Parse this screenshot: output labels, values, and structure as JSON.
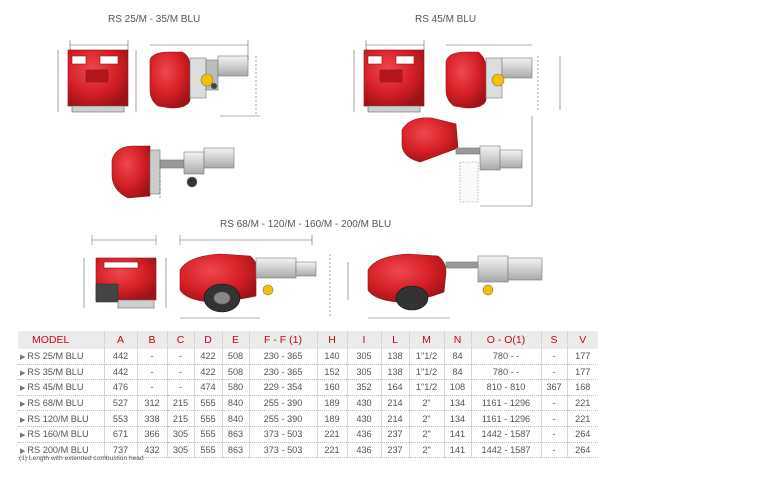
{
  "captions": {
    "rs25_35": "RS 25/M - 35/M BLU",
    "rs45": "RS 45/M BLU",
    "rs68_200": "RS 68/M - 120/M - 160/M - 200/M BLU"
  },
  "colors": {
    "burner_red": "#d51f26",
    "accent_red": "#d0021b",
    "header_bg": "#ebebeb"
  },
  "table": {
    "headers": [
      "MODEL",
      "A",
      "B",
      "C",
      "D",
      "E",
      "F - F (1)",
      "H",
      "I",
      "L",
      "M",
      "N",
      "O - O(1)",
      "S",
      "V"
    ],
    "rows": [
      [
        "RS 25/M BLU",
        "442",
        "-",
        "-",
        "422",
        "508",
        "230 - 365",
        "140",
        "305",
        "138",
        "1\"1/2",
        "84",
        "780 -      -",
        "-",
        "177"
      ],
      [
        "RS 35/M BLU",
        "442",
        "-",
        "-",
        "422",
        "508",
        "230 - 365",
        "152",
        "305",
        "138",
        "1\"1/2",
        "84",
        "780 -      -",
        "-",
        "177"
      ],
      [
        "RS 45/M BLU",
        "476",
        "-",
        "-",
        "474",
        "580",
        "229 - 354",
        "160",
        "352",
        "164",
        "1\"1/2",
        "108",
        "810 -   810",
        "367",
        "168"
      ],
      [
        "RS 68/M BLU",
        "527",
        "312",
        "215",
        "555",
        "840",
        "255 - 390",
        "189",
        "430",
        "214",
        "2\"",
        "134",
        "1161 - 1296",
        "-",
        "221"
      ],
      [
        "RS 120/M BLU",
        "553",
        "338",
        "215",
        "555",
        "840",
        "255 - 390",
        "189",
        "430",
        "214",
        "2\"",
        "134",
        "1161 - 1296",
        "-",
        "221"
      ],
      [
        "RS 160/M BLU",
        "671",
        "366",
        "305",
        "555",
        "863",
        "373 - 503",
        "221",
        "436",
        "237",
        "2\"",
        "141",
        "1442 - 1587",
        "-",
        "264"
      ],
      [
        "RS 200/M BLU",
        "737",
        "432",
        "305",
        "555",
        "863",
        "373 - 503",
        "221",
        "436",
        "237",
        "2\"",
        "141",
        "1442 - 1587",
        "-",
        "264"
      ]
    ]
  },
  "footnote": "(1) Length with extended combustion head"
}
